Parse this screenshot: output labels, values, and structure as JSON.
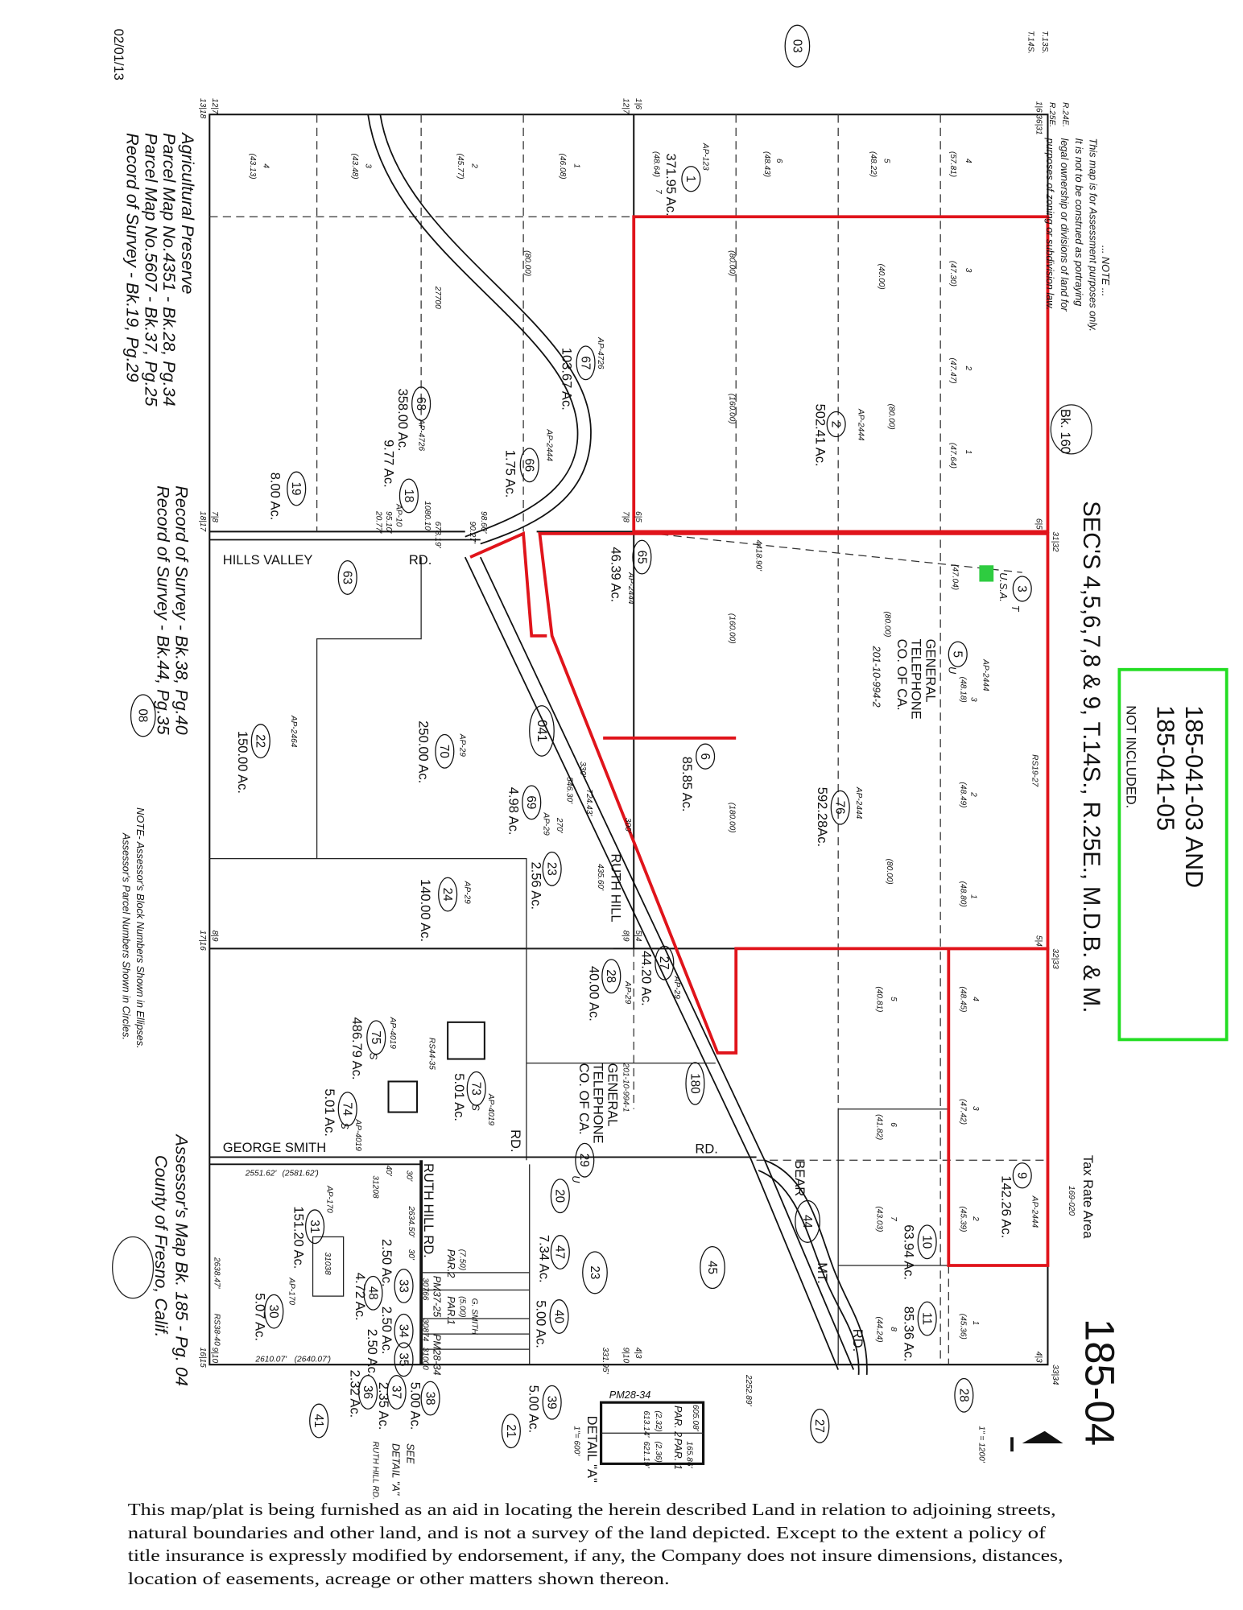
{
  "colors": {
    "highlight_boundary": "#e0141b",
    "not_included_box": "#22dd22",
    "marker": "#2ecc40"
  },
  "header": {
    "date": "02/01/13",
    "title": "185-04",
    "sections": "SEC'S 4,5,6,7,8 & 9, T.14S., R.25E., M.D.B. & M.",
    "book_ref": "Bk. 160",
    "tax_rate_area_label": "Tax Rate Area",
    "tax_rate_area": "169-020",
    "scale": "1\" = 1200'",
    "townships": [
      "T.13S.",
      "T.14S."
    ],
    "ranges": [
      "R.24E.",
      "R.25E."
    ]
  },
  "note": {
    "title": "... NOTE ...",
    "lines": [
      "This map is for Assessment purposes only.",
      "It is not to be construed as portraying",
      "legal ownership or divisions of land for",
      "purposes of zoning or subdivision law."
    ]
  },
  "not_included_box": {
    "lines": [
      "185-041-03 AND",
      "185-041-05",
      "NOT INCLUDED."
    ]
  },
  "legend": {
    "references": [
      "Agricultural Preserve",
      "Parcel Map No.4351 - Bk.28, Pg.34",
      "Parcel Map No.5607 - Bk.37, Pg.25",
      "Record of Survey - Bk.19, Pg.29"
    ],
    "surveys": [
      "Record of Survey - Bk.38, Pg.40",
      "Record of Survey - Bk.44, Pg.35"
    ],
    "block_note": [
      "NOTE- Assessor's Block Numbers Shown in Ellipses.",
      "Assessor's Parcel Numbers Shown in Circles."
    ],
    "map_title": [
      "Assessor's Map Bk. 185 - Pg. 04",
      "County of Fresno, Calif."
    ]
  },
  "labels": {
    "blk03": "03",
    "blk08": "08",
    "blk041": "041",
    "l4a": "4",
    "l4a_ac": "(57.81)",
    "l3a": "3",
    "l3a_ac": "(47.30)",
    "l2a": "2",
    "l2a_ac": "(47.47)",
    "l1a": "1",
    "l1a_ac": "(47.64)",
    "l5b": "5",
    "l5b_ac": "(48.22)",
    "b40": "(40.00)",
    "b80a": "(80.00)",
    "ap2444a": "AP-2444",
    "p2": "2",
    "p2_ac": "502.41 Ac.",
    "l6c": "6",
    "l6c_ac": "(48.43)",
    "c80": "(80.00)",
    "c160": "(160.00)",
    "ap123": "AP-123",
    "p1": "1",
    "p1_ac": "371.95 Ac.",
    "l7d": "7",
    "l7d_ac": "(48.64)",
    "l1e": "1",
    "l1e_ac": "(46.08)",
    "e80": "(80.00)",
    "l2f": "2",
    "l2f_ac": "(45.77)",
    "f27700": "27700",
    "l3g": "3",
    "l3g_ac": "(43.48)",
    "l4h": "4",
    "l4h_ac": "(43.13)",
    "dim4418": "4418.90'",
    "p3": "3",
    "p3t": "T",
    "usa": "U.S.A.",
    "l4704": "(47.04)",
    "p5": "5",
    "p5u": "U",
    "ap2444b": "AP-2444",
    "l3i": "3",
    "l3i_ac": "(48.18)",
    "gt1": "GENERAL",
    "gt2": "TELEPHONE",
    "gt3": "CO. OF CA.",
    "i80": "(80.00)",
    "i994_2": "201-10-994-2",
    "i160": "(160.00)",
    "rs1927": "RS19-27",
    "l2j": "2",
    "l2j_ac": "(48.49)",
    "ap2444c": "AP-2444",
    "p76": "76",
    "p76_ac": "592.28Ac.",
    "j80": "(80.00)",
    "l1k": "1",
    "l1k_ac": "(48.80)",
    "p6": "6",
    "p6_ac": "85.85 Ac.",
    "k180": "(180.00)",
    "p65": "65",
    "p65_ac": "46.39 Ac.",
    "ap2444d": "AP-2444",
    "p70": "70",
    "p70_ac": "250.00 Ac.",
    "ap29a": "AP-29",
    "p69": "69",
    "p69_ac": "4.98 Ac.",
    "ap29b": "AP-29",
    "d330": "330'",
    "d546": "546.30'",
    "d724": "724.43'",
    "d270": "270'",
    "p23a": "23",
    "p23a_ac": "2.56 Ac.",
    "d300": "300'",
    "d435": "435.60'",
    "ruthhill": "RUTH HILL",
    "p24": "24",
    "p24_ac": "140.00 Ac.",
    "ap29c": "AP-29",
    "p22": "22",
    "p22_ac": "150.00 Ac.",
    "ap2464": "AP-2464",
    "p63": "63",
    "hvrd": "HILLS VALLEY",
    "hvrd2": "RD.",
    "p67": "67",
    "p67_ac": "103.67 Ac.",
    "ap4726a": "AP-4726",
    "p66": "66",
    "p66_ac": "1.75 Ac.",
    "ap2444e": "AP-2444",
    "p68": "68",
    "p68_ac": "358.00 Ac.",
    "ap4726b": "AP-4726",
    "p18": "18",
    "p18_ac": "9.77 Ac.",
    "ap10": "AP-10",
    "p19": "19",
    "p19_ac": "8.00 Ac.",
    "d9510": "95.10'",
    "d2077": "20.77'",
    "d1080": "1080.10'",
    "d678": "678.19'",
    "d9860": "98.60'",
    "d9027": "90.27'",
    "p27": "27",
    "p27_ac": "44.20 Ac.",
    "ap29d": "AP-29",
    "p28": "28",
    "p28_ac": "40.00 Ac.",
    "ap29e": "AP-29",
    "gt4": "GENERAL",
    "gt5": "TELEPHONE",
    "gt6": "CO. OF CA.",
    "i994_1": "201-10-994-1",
    "p29": "29",
    "p29u": "U",
    "rd1": "RD.",
    "rd2": "RD.",
    "p20": "20",
    "d180": "180",
    "p73": "73",
    "p73s": "S",
    "p73_ac": "5.01 Ac.",
    "ap4019a": "AP-4019",
    "p75": "75",
    "p75s": "S",
    "p75_ac": "486.79 Ac.",
    "ap4019b": "AP-4019",
    "rs4435": "RS44-35",
    "p74": "74",
    "p74s": "S",
    "p74_ac": "5.01 Ac.",
    "ap4019c": "AP-4019",
    "gsrd": "GEORGE SMITH",
    "l5m": "5",
    "l5m_ac": "(40.81)",
    "l4n": "4",
    "l4n_ac": "(48.45)",
    "l3n": "3",
    "l3n_ac": "(47.42)",
    "l6m": "6",
    "l6m_ac": "(41.82)",
    "l7m": "7",
    "l7m_ac": "(43.03)",
    "p10": "10",
    "p10_ac": "63.94 Ac.",
    "p9": "9",
    "p9_ac": "142.26 Ac.",
    "ap2444f": "AP-2444",
    "l2n": "2",
    "l2n_ac": "(45.39)",
    "l1n": "1",
    "l1n_ac": "(45.36)",
    "p11": "11",
    "p11_ac": "85.36 Ac.",
    "l8m": "8",
    "l8m_ac": "(44.24)",
    "p44": "44",
    "bear": "BEAR",
    "mt": "MT.",
    "rd3": "RD.",
    "p45": "45",
    "p23b": "23",
    "p47": "47",
    "p47_ac": "7.34 Ac.",
    "p40": "40",
    "p40_ac": "5.00 Ac.",
    "p28b": "28",
    "p27b": "27",
    "p21": "21",
    "p41": "41",
    "p31": "31",
    "p31_ac": "151.20 Ac.",
    "ap170a": "AP-170",
    "d2551": "2551.62'",
    "d2581": "(2581.62')",
    "d31208": "31208",
    "d40": "40'",
    "p30": "30",
    "p30_ac": "5.07 Ac.",
    "ap170b": "AP-170",
    "d31038": "31038",
    "d2638": "2638.47'",
    "rs3840": "RS38-40",
    "d2610": "2610.07'",
    "d2640": "(2640.07')",
    "rhrd": "RUTH HILL RD.",
    "d2634": "2634.50'",
    "d30a": "30'",
    "d30b": "30'",
    "p48": "48",
    "p48_ac": "4.72 Ac.",
    "p33": "33",
    "p33_ac": "2.50 Ac.",
    "p34": "34",
    "p34_ac": "2.50 Ac.",
    "p35": "35",
    "p35_ac": "2.50 Ac.",
    "pm3725": "PM37-25",
    "par2": "PAR.2",
    "par2_ac": "(7.50)",
    "par1": "PAR.1",
    "par1_ac": "(5.00)",
    "pm2834": "PM28-34",
    "gsmith": "G. SMITH",
    "d30766": "30766",
    "d30874": "30874",
    "d31000": "31000",
    "p36": "36",
    "p36_ac": "2.32 Ac.",
    "p37": "37",
    "p37_ac": "2.35 Ac.",
    "p38": "38",
    "p38_ac": "5.00 Ac.",
    "see": "SEE",
    "seedet": "DETAIL \"A\"",
    "rhrd2": "RUTH HILL RD.",
    "p39": "39",
    "p39_ac": "5.00 Ac.",
    "detA": "DETAIL \"A\"",
    "detAscale": "1\"= 600'",
    "d2252": "2252.89'",
    "dpm": "PM28-34",
    "dpar2": "PAR. 2",
    "dpar2_ac": "(2.32)",
    "dpar1": "PAR. 1",
    "dpar1_ac": "(2.36)",
    "d605": "605.08'",
    "d613": "613.14'",
    "d621": "621.19'",
    "d16586": "165.86'",
    "d33195": "331.95'",
    "c36_31": "36|31",
    "c1_6a": "1|6",
    "c31_32": "31|32",
    "c6_5a": "6|5",
    "c32_33": "32|33",
    "c5_4a": "5|4",
    "c33_34": "33|34",
    "c4_3a": "4|3",
    "c12_7a": "12|7",
    "c13_18": "13|18",
    "c1_6b": "1|6",
    "c12_7b": "12|7",
    "c7_8a": "7|8",
    "c18_17": "18|17",
    "c6_5b": "6|5",
    "c7_8b": "7|8",
    "c17_16": "17|16",
    "c8_9a": "8|9",
    "c5_4b": "5|4",
    "c8_9b": "8|9",
    "c16_15": "16|15",
    "c9_10a": "9|10",
    "c4_3b": "4|3",
    "c9_10b": "9|10"
  },
  "disclaimer": [
    "This map/plat is being furnished as an aid in locating the herein described Land in relation to adjoining streets,",
    "natural boundaries and other land, and is not a survey of the land depicted. Except to the extent a policy of",
    "title insurance is expressly modified by endorsement, if any, the Company does not insure dimensions, distances,",
    "location of easements, acreage or other matters shown thereon."
  ]
}
